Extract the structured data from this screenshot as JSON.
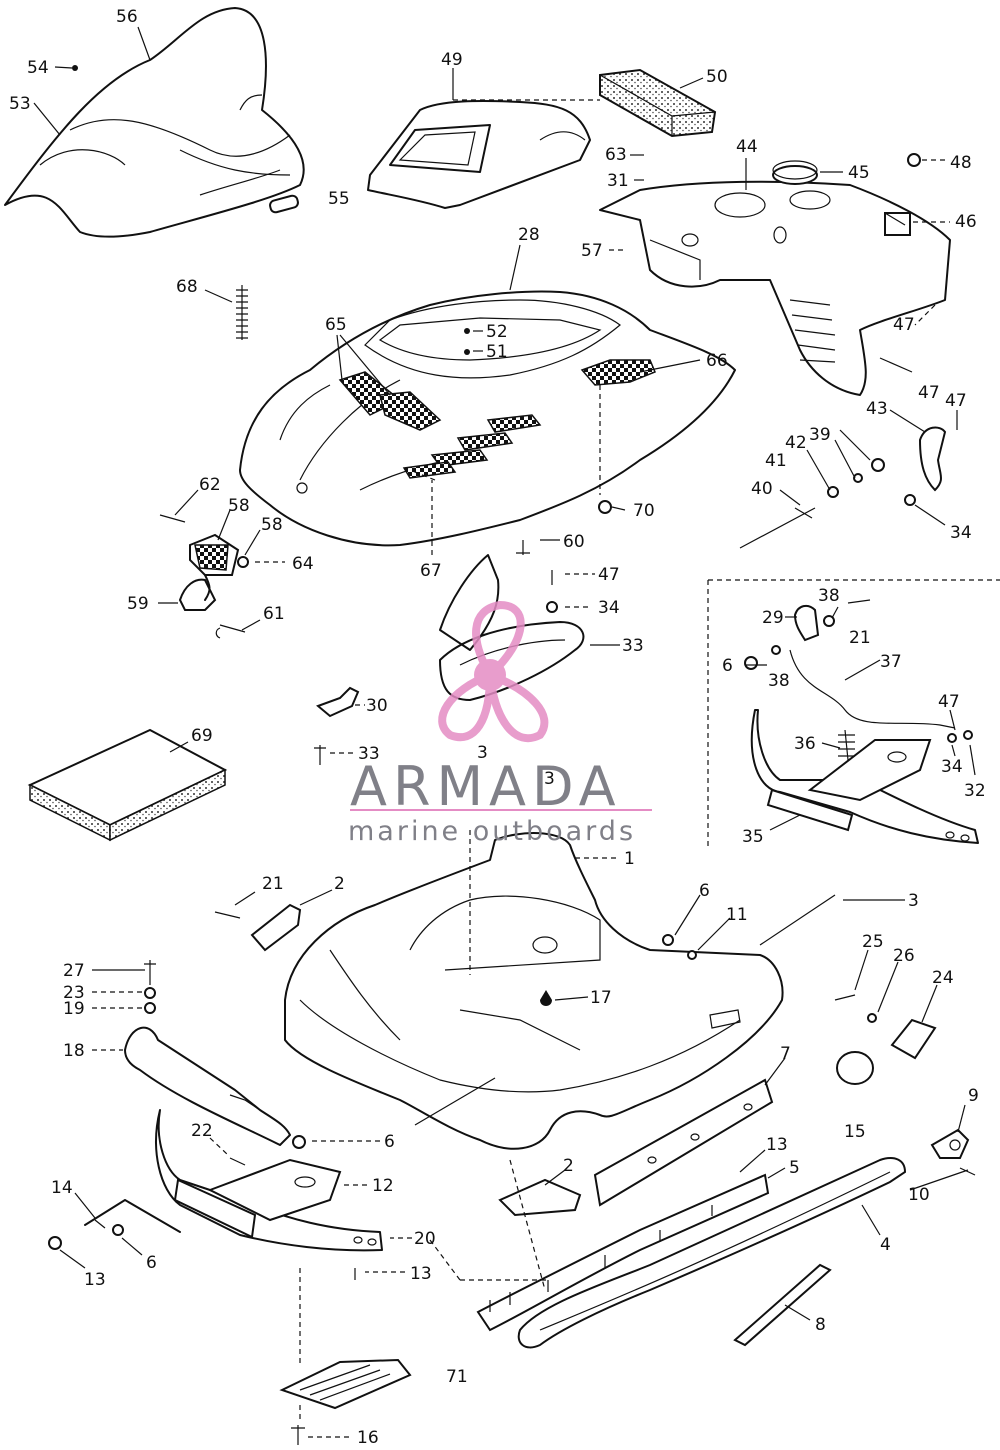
{
  "watermark": {
    "title": "ARMADA",
    "subtitle": "marine outboards",
    "logo_color": "#e48cc4",
    "text_color": "#808088"
  },
  "callouts": [
    "56",
    "54",
    "53",
    "55",
    "49",
    "50",
    "63",
    "31",
    "44",
    "45",
    "48",
    "46",
    "57",
    "28",
    "68",
    "65",
    "52",
    "51",
    "66",
    "47",
    "47",
    "43",
    "47",
    "42",
    "39",
    "41",
    "40",
    "34",
    "62",
    "58",
    "58",
    "64",
    "60",
    "67",
    "70",
    "59",
    "61",
    "47",
    "34",
    "33",
    "30",
    "33",
    "3",
    "3",
    "69",
    "29",
    "38",
    "21",
    "6",
    "38",
    "37",
    "47",
    "36",
    "34",
    "32",
    "35",
    "1",
    "21",
    "2",
    "6",
    "11",
    "3",
    "25",
    "26",
    "24",
    "27",
    "23",
    "19",
    "17",
    "18",
    "7",
    "22",
    "6",
    "15",
    "9",
    "12",
    "13",
    "5",
    "10",
    "14",
    "2",
    "20",
    "4",
    "13",
    "6",
    "13",
    "8",
    "71",
    "16"
  ]
}
